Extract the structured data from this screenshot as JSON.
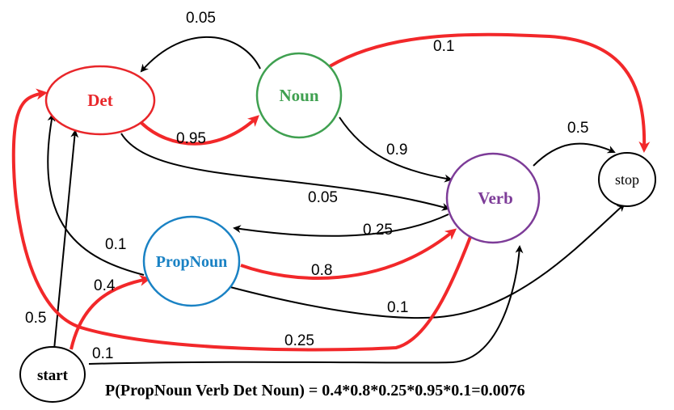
{
  "nodes": {
    "det": {
      "label": "Det",
      "color": "#e8262a"
    },
    "noun": {
      "label": "Noun",
      "color": "#3fa050"
    },
    "verb": {
      "label": "Verb",
      "color": "#7d3c98"
    },
    "propnoun": {
      "label": "PropNoun",
      "color": "#1a82c4"
    },
    "stop": {
      "label": "stop",
      "color": "#000000"
    },
    "start": {
      "label": "start",
      "color": "#000000"
    }
  },
  "edges": {
    "noun_det": "0.05",
    "noun_stop": "0.1",
    "det_noun": "0.95",
    "noun_verb": "0.9",
    "verb_stop": "0.5",
    "det_verb": "0.05",
    "verb_propnoun": "0.25",
    "propnoun_det": "0.1",
    "propnoun_verb": "0.8",
    "start_propnoun": "0.4",
    "start_det": "0.5",
    "propnoun_stop": "0.1",
    "verb_det": "0.25",
    "start_verb": "0.1"
  },
  "highlight_color": "#f2282a",
  "formula": "P(PropNoun Verb Det Noun) = 0.4*0.8*0.25*0.95*0.1=0.0076"
}
